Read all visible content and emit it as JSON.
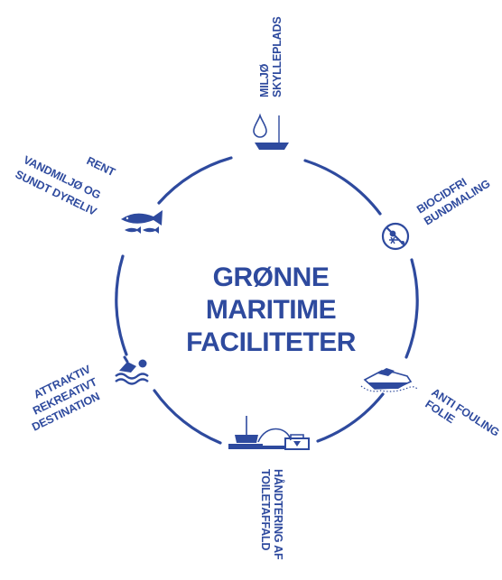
{
  "colors": {
    "brand_blue": "#2E4A9E",
    "background": "#FFFFFF"
  },
  "center": {
    "line1": "GRØNNE",
    "line2": "MARITIME",
    "line3": "FACILITETER"
  },
  "nodes": {
    "skylleplads": {
      "line1": "MILJØ",
      "line2": "SKYLLEPLADS",
      "icon": "water-drop-boat-icon"
    },
    "bundmaling": {
      "line1": "BIOCIDFRI",
      "line2": "BUNDMALING",
      "icon": "no-biocide-icon"
    },
    "folie": {
      "line1": "ANTI FOULING",
      "line2": "FOLIE",
      "icon": "boat-wrap-icon"
    },
    "toiletaffald": {
      "line1": "HÅNDTERING AF",
      "line2": "TOILETAFFALD",
      "icon": "boat-toilet-waste-icon"
    },
    "destination": {
      "line1": "ATTRAKTIV",
      "line2": "REKREATIVT",
      "line3": "DESTINATION",
      "icon": "swimmer-icon"
    },
    "vandmiljo": {
      "line1": "RENT",
      "line2": "VANDMILJØ OG",
      "line3": "SUNDT DYRELIV",
      "icon": "fish-icon"
    }
  }
}
